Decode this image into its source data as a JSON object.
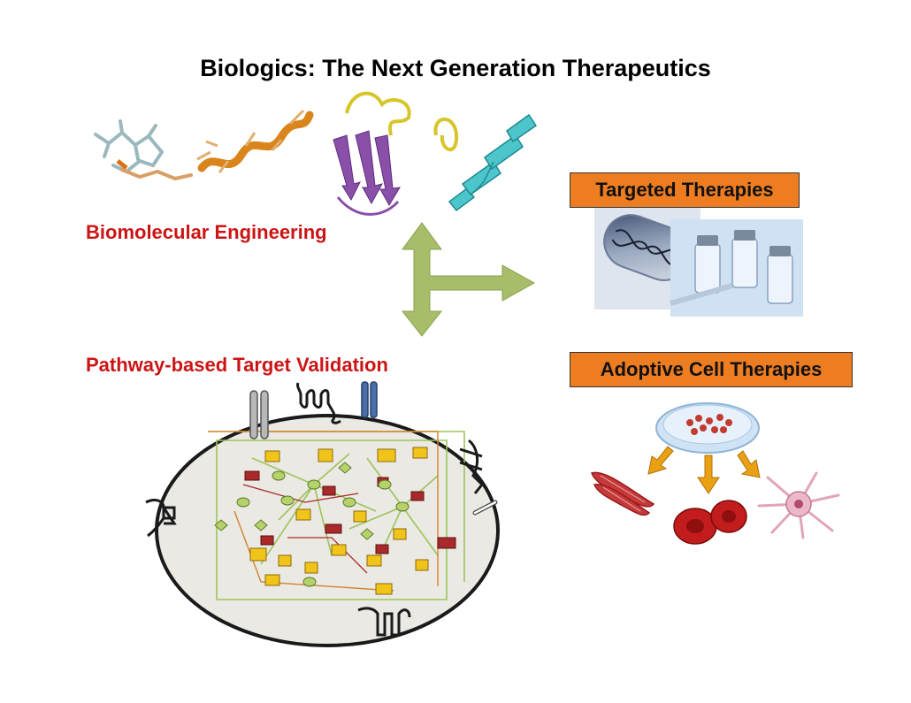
{
  "title": "Biologics: The Next Generation Therapeutics",
  "labels": {
    "biomolecular": "Biomolecular Engineering",
    "pathway": "Pathway-based Target Validation"
  },
  "boxes": {
    "targeted": "Targeted Therapies",
    "adoptive": "Adoptive Cell Therapies"
  },
  "colors": {
    "label_red": "#cc1414",
    "box_orange": "#ee7d22",
    "arrow_green": "#a7bd6a",
    "cell_fill": "#ebe9e4",
    "node_yellow": "#f0c419",
    "node_red": "#a82a2a",
    "node_green": "#b6d26b"
  },
  "icons": [
    "peptide-structure",
    "helix-structure",
    "beta-sheet-protein",
    "alpha-helix",
    "dna-capsule",
    "vials",
    "petri-dish",
    "muscle-cells",
    "red-blood-cells",
    "neuron-cell",
    "receptor",
    "pathway-network"
  ]
}
